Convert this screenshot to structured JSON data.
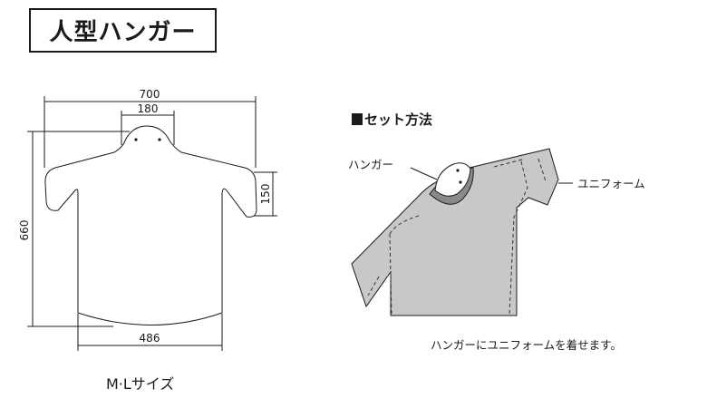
{
  "title": "人型ハンガー",
  "left_diagram": {
    "dim_width_total": "700",
    "dim_neck": "180",
    "dim_height": "660",
    "dim_sleeve": "150",
    "dim_bottom": "486",
    "size_label": "M·Lサイズ"
  },
  "right_diagram": {
    "heading": "セット方法",
    "label_hanger": "ハンガー",
    "label_uniform": "ユニフォーム",
    "caption": "ハンガーにユニフォームを着せます。",
    "uniform_color": "#c8c8c8",
    "collar_color": "#8a8a8a"
  }
}
